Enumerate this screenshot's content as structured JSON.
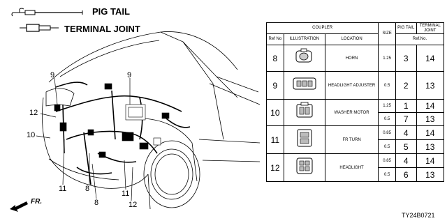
{
  "legend": {
    "pig_tail_label": "PIG TAIL",
    "terminal_joint_label": "TERMINAL JOINT"
  },
  "diagram": {
    "direction_label": "FR.",
    "callouts": [
      {
        "id": "c9a",
        "text": "9"
      },
      {
        "id": "c9b",
        "text": "9"
      },
      {
        "id": "c12a",
        "text": "12"
      },
      {
        "id": "c10",
        "text": "10"
      },
      {
        "id": "c11a",
        "text": "11"
      },
      {
        "id": "c8",
        "text": "8"
      },
      {
        "id": "c8b",
        "text": "8"
      },
      {
        "id": "c11b",
        "text": "11"
      },
      {
        "id": "c12b",
        "text": "12"
      }
    ]
  },
  "table": {
    "headers": {
      "coupler": "COUPLER",
      "ref_no": "Ref No",
      "illustration": "ILLUSTRATION",
      "location": "LOCATION",
      "size": "SIZE",
      "pig_tail": "PIG TAIL",
      "terminal_joint": "TERMINAL JOINT",
      "ref_no_span": "Ref.No."
    },
    "rows": [
      {
        "ref": "8",
        "location": "HORN",
        "sizes": [
          "1.25"
        ],
        "pig_tail": [
          "3"
        ],
        "terminal_joint": [
          "14"
        ]
      },
      {
        "ref": "9",
        "location": "HEADLIGHT ADJUSTER",
        "sizes": [
          "0.5"
        ],
        "pig_tail": [
          "2"
        ],
        "terminal_joint": [
          "13"
        ]
      },
      {
        "ref": "10",
        "location": "WASHER MOTOR",
        "sizes": [
          "1.25",
          "0.5"
        ],
        "pig_tail": [
          "1",
          "7"
        ],
        "terminal_joint": [
          "14",
          "13"
        ]
      },
      {
        "ref": "11",
        "location": "FR TURN",
        "sizes": [
          "0.85",
          "0.5"
        ],
        "pig_tail": [
          "4",
          "5"
        ],
        "terminal_joint": [
          "14",
          "13"
        ]
      },
      {
        "ref": "12",
        "location": "HEADLIGHT",
        "sizes": [
          "0.85",
          "0.5"
        ],
        "pig_tail": [
          "4",
          "6"
        ],
        "terminal_joint": [
          "14",
          "13"
        ]
      }
    ]
  },
  "footer": {
    "code": "TY24B0721"
  }
}
